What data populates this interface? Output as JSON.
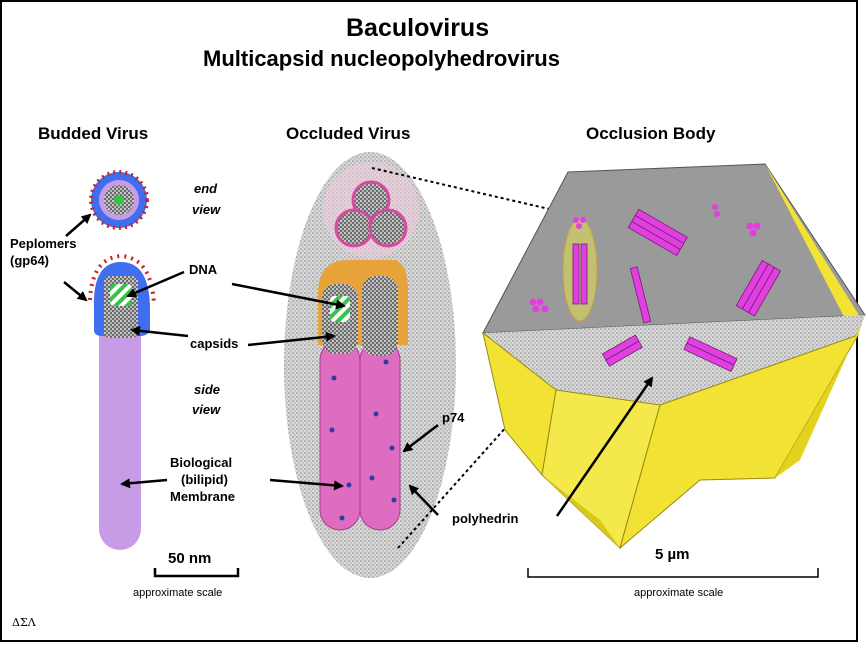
{
  "title": "Baculovirus",
  "subtitle": "Multicapsid nucleopolyhedrovirus",
  "sections": {
    "budded": "Budded Virus",
    "occluded": "Occluded Virus",
    "occlusion_body": "Occlusion Body"
  },
  "labels": {
    "end_view_1": "end",
    "end_view_2": "view",
    "side_view_1": "side",
    "side_view_2": "view",
    "peplomers_1": "Peplomers",
    "peplomers_2": "(gp64)",
    "dna": "DNA",
    "capsids": "capsids",
    "membrane_1": "Biological",
    "membrane_2": "(bilipid)",
    "membrane_3": "Membrane",
    "p74": "p74",
    "polyhedrin": "polyhedrin"
  },
  "scales": {
    "left_value": "50 nm",
    "right_value": "5 µm",
    "caption_left": "approximate scale",
    "caption_right": "approximate scale"
  },
  "credit": "ΔΣΛ",
  "colors": {
    "membrane_purple": "#c79be6",
    "rod_pink": "#de6cc0",
    "crystal_yellow": "#f2e233",
    "crystal_gray": "#9a9a9a",
    "virion_magenta": "#e040e0",
    "envelope_blue": "#3f6ff0",
    "peplomer_red": "#cc2222"
  }
}
